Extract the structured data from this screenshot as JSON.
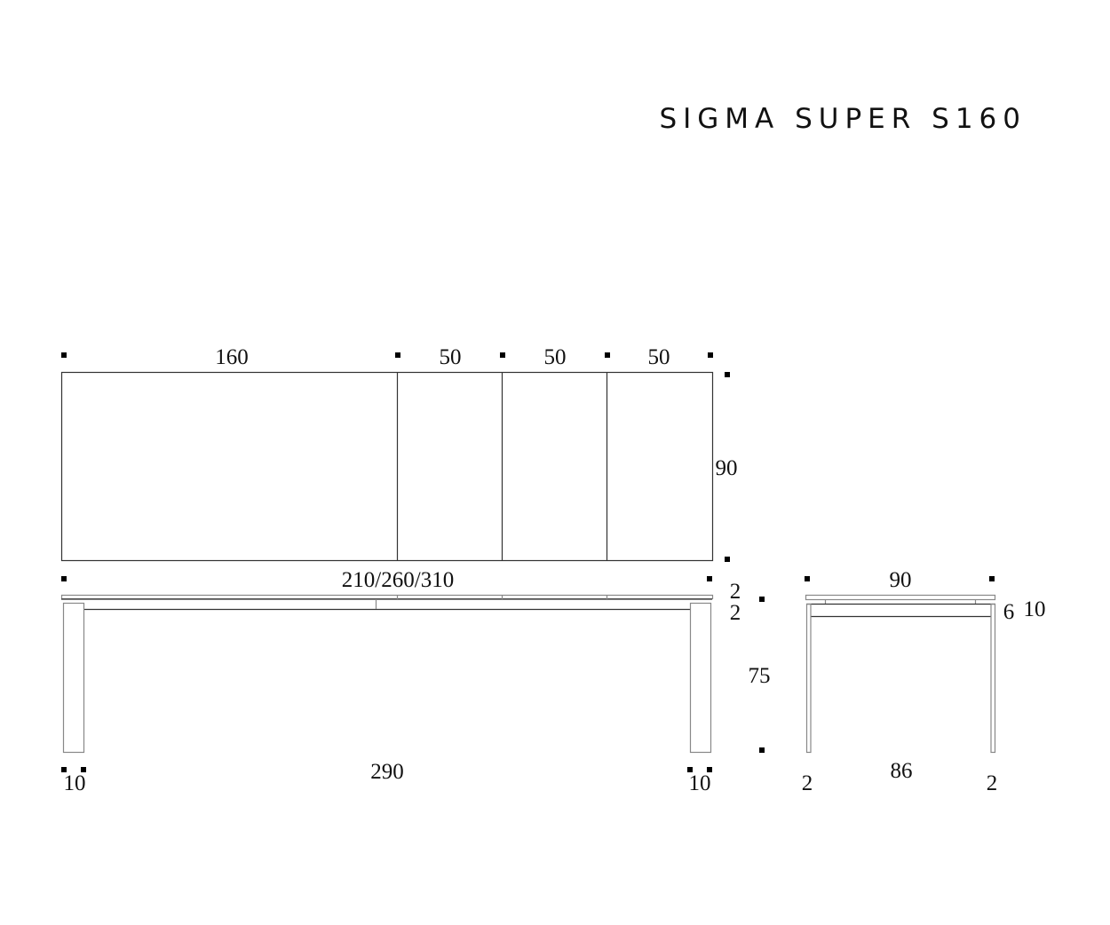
{
  "title": "SIGMA SUPER S160",
  "top_view": {
    "segments": [
      "160",
      "50",
      "50",
      "50"
    ],
    "depth": "90"
  },
  "side_view": {
    "length_label": "210/260/310",
    "top_thickness": "2",
    "apron_thickness": "2",
    "height": "75",
    "inner_span": "290",
    "leg_left": "10",
    "leg_right": "10"
  },
  "end_view": {
    "width": "90",
    "apron_a": "6",
    "apron_b": "10",
    "inner_span": "86",
    "leg_left": "2",
    "leg_right": "2"
  }
}
